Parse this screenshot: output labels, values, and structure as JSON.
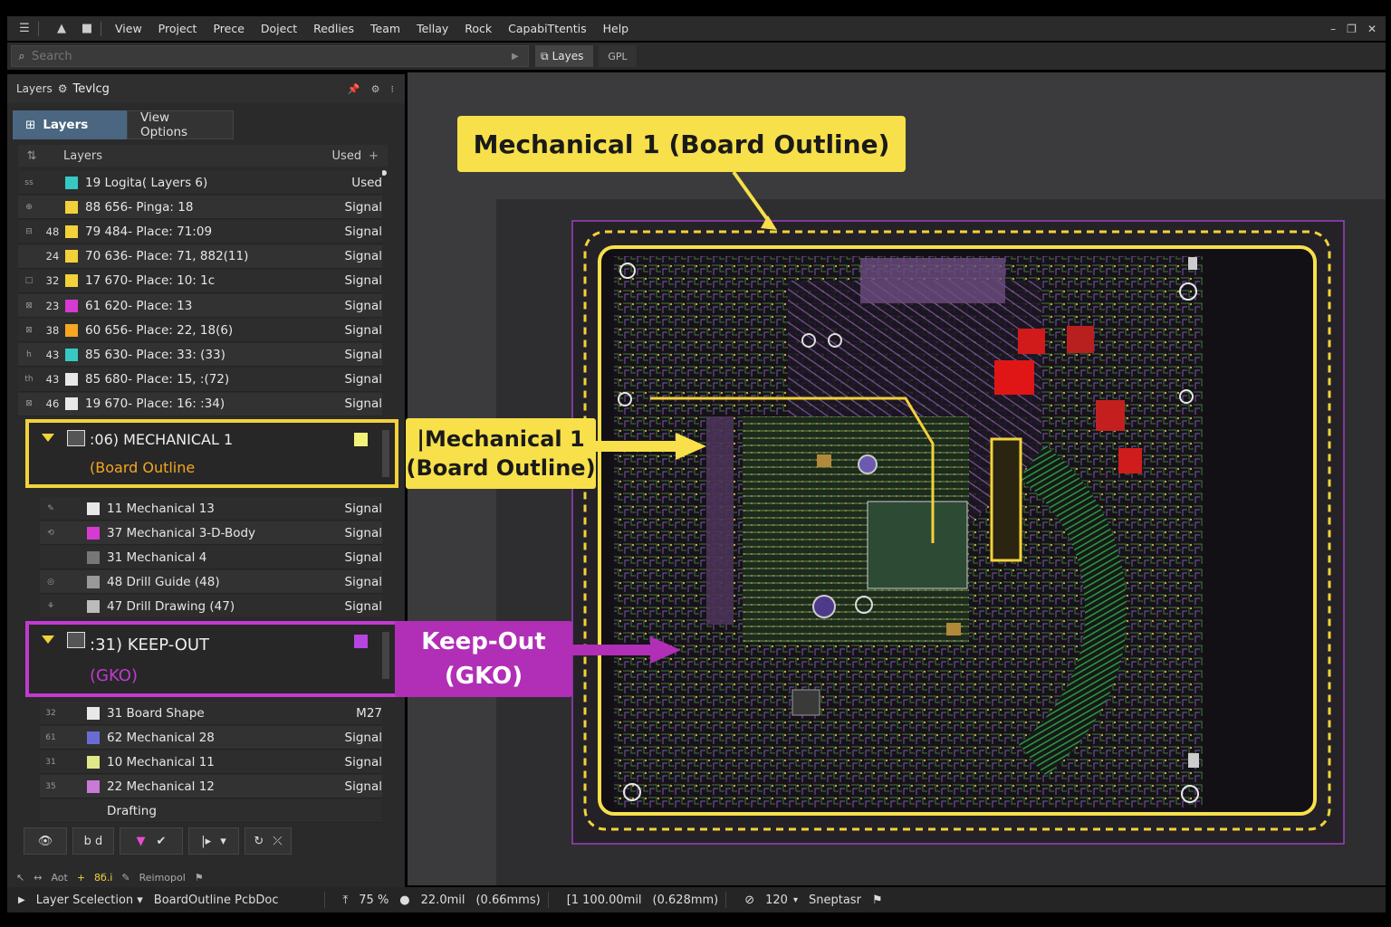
{
  "menubar": {
    "items": [
      "View",
      "Project",
      "Prece",
      "Doject",
      "Redlies",
      "Team",
      "Tellay",
      "Rock",
      "CapabiTtentis",
      "Help"
    ]
  },
  "search": {
    "placeholder": "Search"
  },
  "doc_tabs": {
    "active": "Layes",
    "other": "GPL"
  },
  "panel": {
    "header_title": "Layers",
    "header_sub": "Tevlcg",
    "tab_layers": "Layers",
    "tab_view_options": "View Options",
    "col_layers": "Layers",
    "col_used": "Used"
  },
  "layers_top": [
    {
      "c1": "ss",
      "num": "",
      "color": "#36c9c4",
      "name": "19  Logita( Layers 6)",
      "type": "Used"
    },
    {
      "c1": "⊕",
      "num": "",
      "color": "#f2d23a",
      "name": "88  656- Pinga: 18",
      "type": "Signal"
    },
    {
      "c1": "⊟",
      "num": "48",
      "color": "#f2d23a",
      "name": "79  484- Place: 71:09",
      "type": "Signal"
    },
    {
      "c1": "",
      "num": "24",
      "color": "#f2d23a",
      "name": "70  636- Place: 71, 882(11)",
      "type": "Signal"
    },
    {
      "c1": "□",
      "num": "32",
      "color": "#f2d23a",
      "name": "17  670- Place: 10: 1c",
      "type": "Signal"
    },
    {
      "c1": "⊠",
      "num": "23",
      "color": "#d63ad1",
      "name": "61  620- Place: 13",
      "type": "Signal"
    },
    {
      "c1": "⊠",
      "num": "38",
      "color": "#f5a623",
      "name": "60  656- Place: 22, 18(6)",
      "type": "Signal"
    },
    {
      "c1": "h",
      "num": "43",
      "color": "#36c9c4",
      "name": "85  630- Place: 33: (33)",
      "type": "Signal"
    },
    {
      "c1": "th",
      "num": "43",
      "color": "#e8e8e8",
      "name": "85  680- Place: 15, :(72)",
      "type": "Signal"
    },
    {
      "c1": "⊠",
      "num": "46",
      "color": "#e8e8e8",
      "name": "19  670- Place: 16: :34)",
      "type": "Signal"
    }
  ],
  "group_mech": {
    "line1": ":06) MECHANICAL 1",
    "line2": "(Board Outline",
    "color": "#f2d23a"
  },
  "layers_mid": [
    {
      "c1": "✎",
      "num": "",
      "color": "#e8e8e8",
      "name": "11  Mechanical 13",
      "type": "Signal"
    },
    {
      "c1": "⟲",
      "num": "",
      "color": "#d63ad1",
      "name": "37  Mechanical 3-D-Body",
      "type": "Signal"
    },
    {
      "c1": "",
      "num": "",
      "color": "#777777",
      "name": "31  Mechanical 4",
      "type": "Signal"
    },
    {
      "c1": "◎",
      "num": "",
      "color": "#999999",
      "name": "48  Drill Guide  (48)",
      "type": "Signal"
    },
    {
      "c1": "⚘",
      "num": "",
      "color": "#bbbbbb",
      "name": "47  Drill Drawing (47)",
      "type": "Signal"
    }
  ],
  "group_keep": {
    "line1": ":31) KEEP-OUT",
    "line2": "(GKO)",
    "color": "#b544e0"
  },
  "layers_bot": [
    {
      "c1": "32",
      "num": "",
      "color": "#e8e8e8",
      "name": "31  Board Shape",
      "type": "M27"
    },
    {
      "c1": "61",
      "num": "",
      "color": "#6b6bd6",
      "name": "62  Mechanical 28",
      "type": "Signal"
    },
    {
      "c1": "31",
      "num": "",
      "color": "#e0e88a",
      "name": "10  Mechanical 11",
      "type": "Signal"
    },
    {
      "c1": "35",
      "num": "",
      "color": "#c77ad6",
      "name": "22  Mechanical 12",
      "type": "Signal"
    },
    {
      "c1": "",
      "num": "",
      "color": "",
      "name": "Drafting",
      "type": ""
    }
  ],
  "bottom_tools": {
    "b2": "b d"
  },
  "bottom_row": {
    "a": "Aot",
    "b": "8б.і",
    "c": "Reimopol"
  },
  "status": {
    "layer_selection": "Layer Scelection ▾",
    "doc": "BoardOutline PcbDoc",
    "zoom": "75 %",
    "snap": "22.0mil",
    "snap_mm": "(0.66mms)",
    "grid": "[1 100.00mil",
    "grid_mm": "(0.628mm)",
    "count": "120",
    "mode": "Sneptasr"
  },
  "callouts": {
    "top": "Mechanical 1 (Board Outline)",
    "mech_line1": "|Mechanical 1",
    "mech_line2": "(Board Outline)",
    "keep_line1": "Keep-Out",
    "keep_line2": "(GKO)"
  },
  "colors": {
    "accent_yellow": "#f7e04a",
    "keepout_purple": "#b02fb6",
    "board": "#15101a",
    "outline_magenta": "#9b3fc0"
  }
}
